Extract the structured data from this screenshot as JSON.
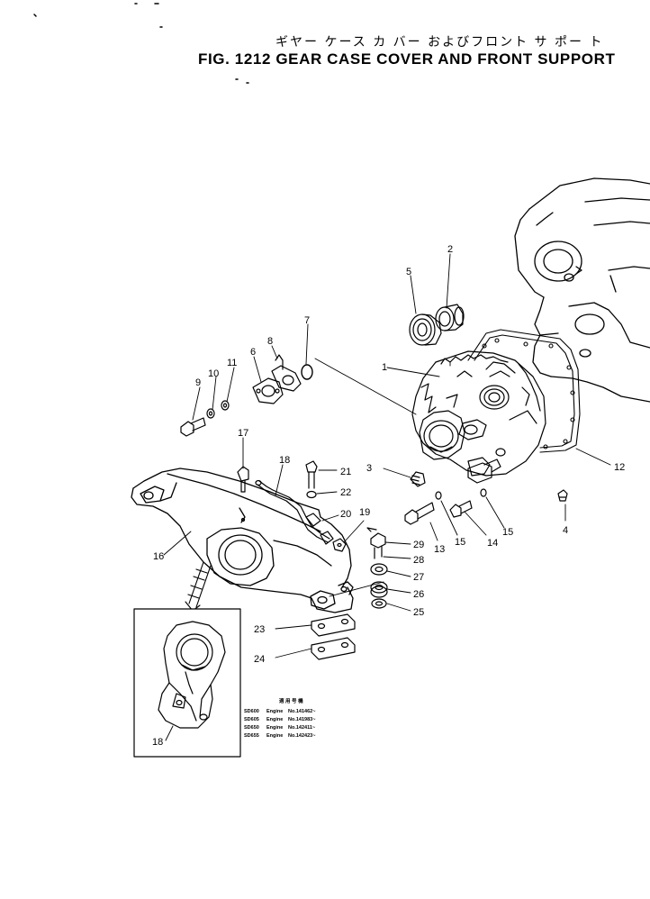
{
  "header": {
    "title_jp": "ギヤー ケース カ バー およびフロント サ ポー ト",
    "title_en": "FIG. 1212 GEAR CASE COVER AND FRONT SUPPORT"
  },
  "parts": [
    "1",
    "2",
    "3",
    "4",
    "5",
    "6",
    "7",
    "8",
    "9",
    "10",
    "11",
    "12",
    "13",
    "14",
    "15",
    "15",
    "16",
    "17",
    "18",
    "18",
    "19",
    "20",
    "21",
    "22",
    "23",
    "24",
    "25",
    "26",
    "27",
    "28",
    "29"
  ],
  "applicability": {
    "heading": "適 用 号 機",
    "rows": [
      {
        "model": "SD600",
        "engine": "Engine",
        "number": "No.141462~"
      },
      {
        "model": "SD605",
        "engine": "Engine",
        "number": "No.141983~"
      },
      {
        "model": "SD650",
        "engine": "Engine",
        "number": "No.142411~"
      },
      {
        "model": "SD655",
        "engine": "Engine",
        "number": "No.142423~"
      }
    ]
  }
}
